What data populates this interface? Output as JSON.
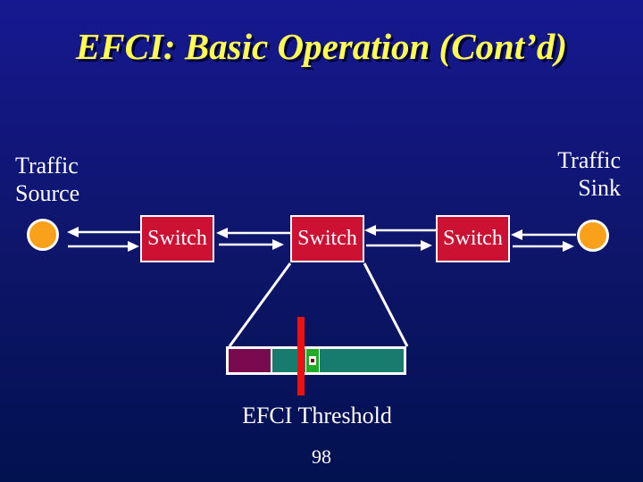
{
  "slide": {
    "title": "EFCI: Basic Operation (Cont’d)",
    "page_number": "98",
    "colors": {
      "background_top": "#16188f",
      "background_bottom": "#021150",
      "title_text": "#ffff4d",
      "label_text": "#ffffff",
      "switch_fill": "#cc1133",
      "node_fill": "#f9a11b",
      "arrow_white": "#ffffff",
      "buffer_teal": "#177c6e",
      "buffer_maroon": "#7a0a50",
      "marked_cell_green": "#22ab28",
      "threshold_red": "#ee1111"
    }
  },
  "diagram": {
    "source_label": "Traffic Source",
    "sink_label": "Traffic Sink",
    "switches": [
      {
        "label": "Switch"
      },
      {
        "label": "Switch"
      },
      {
        "label": "Switch"
      }
    ],
    "threshold_label": "EFCI Threshold"
  }
}
